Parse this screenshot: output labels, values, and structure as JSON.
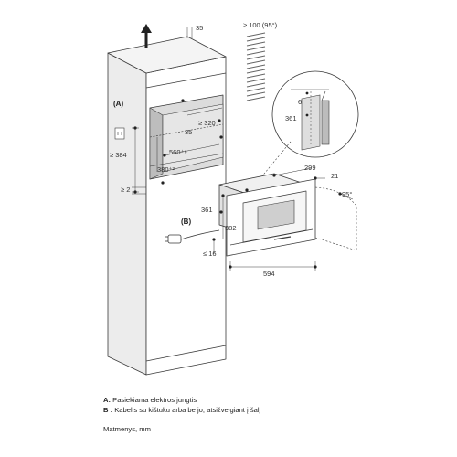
{
  "dimensions": {
    "d35_top": "35",
    "d100": "≥ 100 (95°)",
    "d6": "6",
    "d361_detail": "361",
    "d320": "≥ 320",
    "d35_inner": "35",
    "d560": "560⁺⁸",
    "d380": "380⁺²",
    "d384": "≥ 384",
    "d2": "≥ 2",
    "d299": "299",
    "d21": "21",
    "d95deg": "95°",
    "d361_front": "361",
    "d382": "382",
    "d16": "≤ 16",
    "d594": "594"
  },
  "markers": {
    "a": "(A)",
    "b": "(B)"
  },
  "legend": {
    "a_key": "A:",
    "a_text": " Pasiekiama elektros jungtis",
    "b_key": "B :",
    "b_text": " Kabelis su kištuku arba be jo, atsižvelgiant į šalį"
  },
  "units": "Matmenys, mm",
  "colors": {
    "line": "#3a3a3a",
    "cabinet_front": "#ffffff",
    "cabinet_side": "#ececec",
    "shade": "#d8d8d8",
    "recess": "#9a9a9a"
  }
}
